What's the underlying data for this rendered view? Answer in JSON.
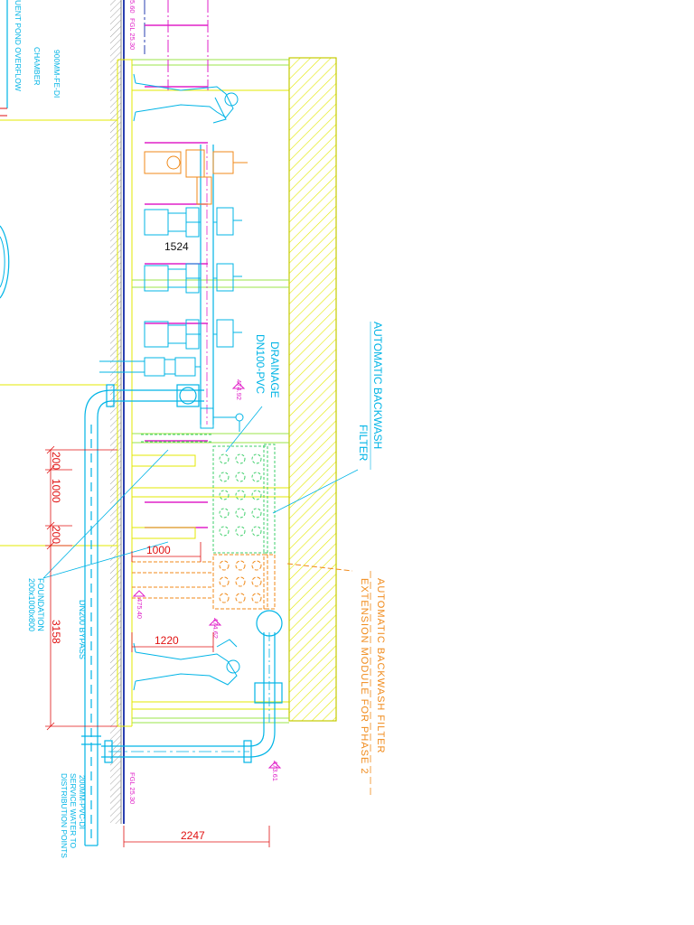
{
  "colors": {
    "cyan": "#00b4e6",
    "blue": "#2a3fb0",
    "yellow": "#e3e800",
    "lime": "#9be64a",
    "green": "#3ecf6b",
    "orange": "#f08a1a",
    "magenta": "#e020c8",
    "red": "#e01010",
    "grey": "#8a8a8a",
    "black": "#111111"
  },
  "labels": {
    "overflow_chamber": [
      "900MM-FE-DI",
      "UENT POND OVERFLOW",
      "CHAMBER"
    ],
    "fgl_top": "FGL 25.30",
    "fgl_top_partial": "5.60",
    "fgl_bottom": "FGL 25.30",
    "dim_1524": "1524",
    "drainage": [
      "DRAINAGE",
      "DN100-PVC"
    ],
    "backwash_filter": [
      "AUTOMATIC BACKWASH",
      "FILTER"
    ],
    "extension_module": [
      "AUTOMATIC BACKWASH FILTER",
      "EXTENSION MODULE FOR PHASE 2"
    ],
    "level_a": "474.92",
    "level_b": "475.40",
    "level_c": "474.62",
    "level_d": "473.61",
    "dim_200_top": "200",
    "dim_1000_vert": "1000",
    "dim_200_bot": "200",
    "dim_1000_horz": "1000",
    "dim_3158": "3158",
    "dim_1220": "1220",
    "dim_2247": "2247",
    "foundation": [
      "FOUNDATION",
      "200x1000x800"
    ],
    "bypass": "DN200 BYPASS",
    "service_water": [
      "200MM-PVC-DI",
      "SERVICE WATER TO",
      "DISTRIBUTION POINTS"
    ]
  }
}
